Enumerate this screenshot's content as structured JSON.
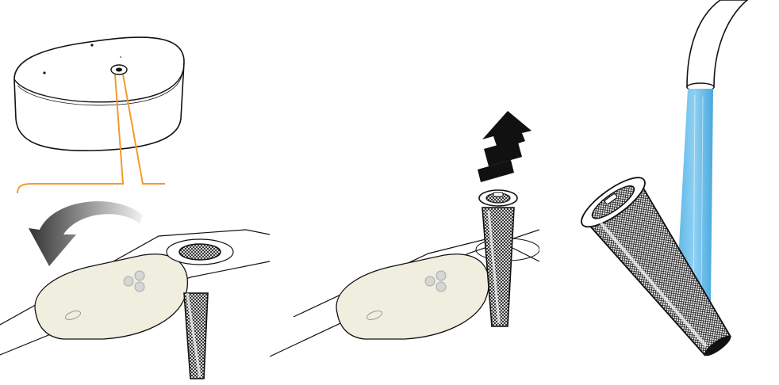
{
  "figure": {
    "steps": [
      {
        "action": "remove-cap-and-rotate-lid",
        "icon": "rotate-arrow-icon"
      },
      {
        "action": "pull-out-filter-basket",
        "icon": "up-arrow-icon"
      },
      {
        "action": "rinse-filter-under-water",
        "icon": "faucet-icon"
      }
    ]
  },
  "colors": {
    "callout": "#F39A2C",
    "water": "#5BB6E6",
    "lid": "#EFEEDF",
    "outline": "#111111",
    "arrow_gradient_start": "#333333",
    "arrow_gradient_end": "#f2f2f2"
  }
}
